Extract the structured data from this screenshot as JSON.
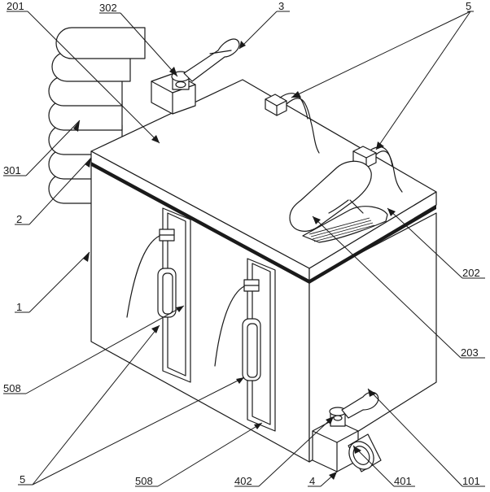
{
  "labels": {
    "l201": "201",
    "l302": "302",
    "l3": "3",
    "l5_top": "5",
    "l301": "301",
    "l2": "2",
    "l202": "202",
    "l1": "1",
    "l203": "203",
    "l508_left": "508",
    "l101": "101",
    "l5_bottom": "5",
    "l508_bottom": "508",
    "l402": "402",
    "l4": "4",
    "l401": "401"
  },
  "colors": {
    "line": "#1a1a1a",
    "background": "#ffffff"
  }
}
